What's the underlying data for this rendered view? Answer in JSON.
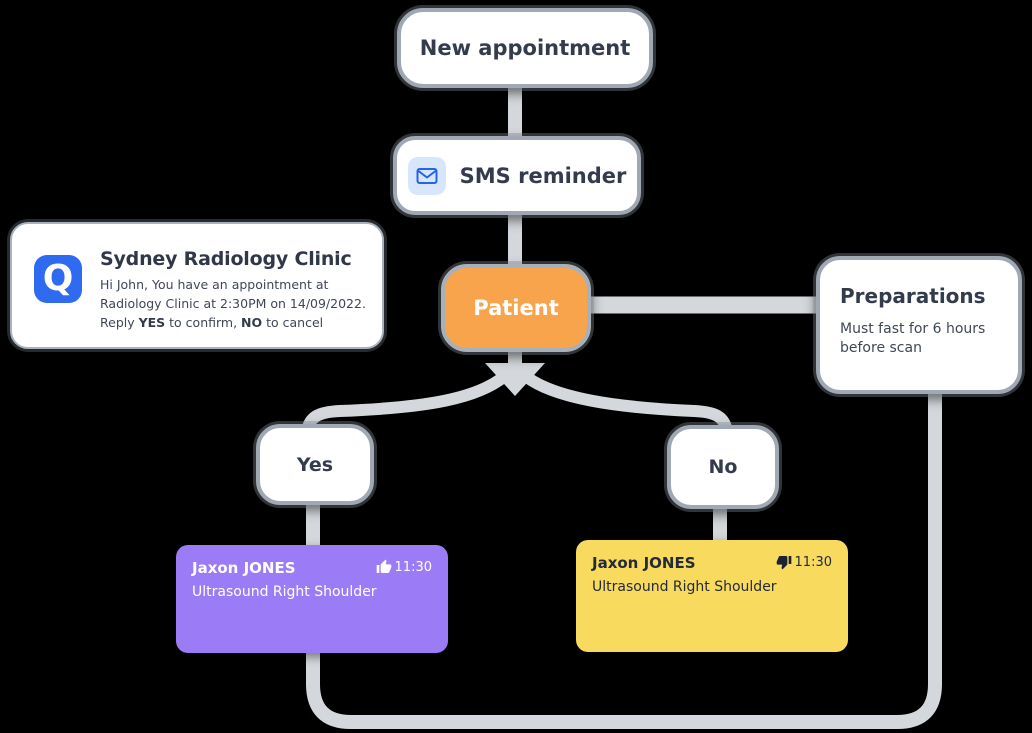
{
  "colors": {
    "background": "#000000",
    "wire": "#d4d8dc",
    "node_border": "#9fa8b3",
    "text_navy": "#333b4d",
    "patient_orange": "#f7a44c",
    "confirmed_purple": "#9c7cf6",
    "declined_yellow": "#f8da5e",
    "brand_blue": "#2e6bf0",
    "envelope_blue": "#2563eb"
  },
  "nodes": {
    "new_appointment": {
      "label": "New appointment"
    },
    "sms_reminder": {
      "label": "SMS reminder",
      "icon": "envelope-icon"
    },
    "patient": {
      "label": "Patient"
    },
    "preparations": {
      "title": "Preparations",
      "body": "Must fast for 6 hours before scan"
    },
    "yes": {
      "label": "Yes"
    },
    "no": {
      "label": "No"
    }
  },
  "sms_card": {
    "logo_letter": "Q",
    "sender": "Sydney Radiology Clinic",
    "line1": "Hi John, You have an appointment at",
    "line2": "Radiology Clinic at 2:30PM on 14/09/2022.",
    "reply_prefix": "Reply ",
    "yes_word": "YES",
    "confirm_mid": " to confirm, ",
    "no_word": "NO",
    "cancel_suffix": " to cancel"
  },
  "appointments": {
    "confirmed": {
      "patient_name": "Jaxon JONES",
      "procedure": "Ultrasound Right Shoulder",
      "time": "11:30",
      "icon": "thumbs-up-icon"
    },
    "declined": {
      "patient_name": "Jaxon JONES",
      "procedure": "Ultrasound Right Shoulder",
      "time": "11:30",
      "icon": "thumbs-down-icon"
    }
  }
}
